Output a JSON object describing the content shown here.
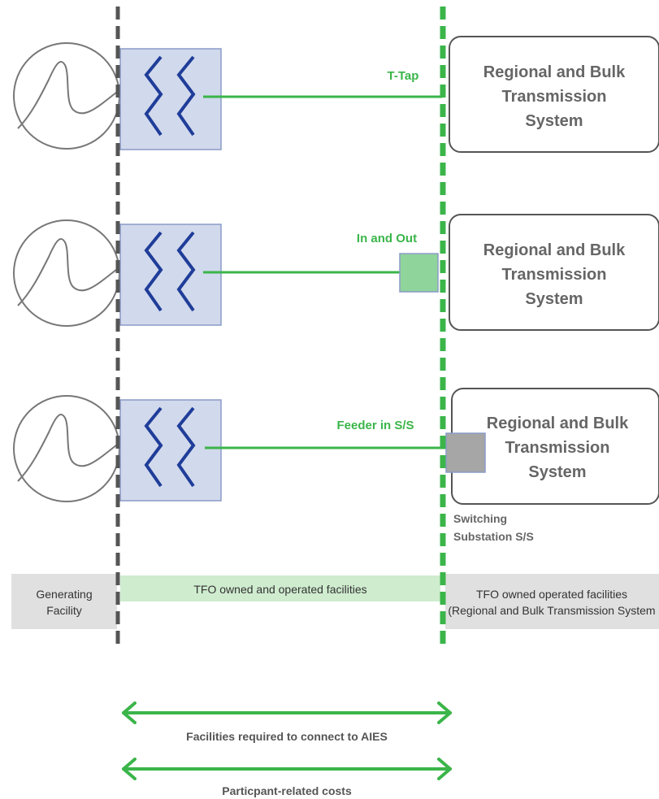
{
  "colors": {
    "green": "#3bb54a",
    "light_green": "#cfeccf",
    "transformer_fill": "#d1d9ec",
    "transformer_stroke": "#8b9bc8",
    "winding": "#1f3d99",
    "grey_band": "#e0e0e0",
    "substation_grey": "#a6a6a6",
    "box_stroke": "#555555"
  },
  "rows": [
    {
      "connection_label": "T-Tap",
      "system_label": [
        "Regional and Bulk",
        "Transmission",
        "System"
      ]
    },
    {
      "connection_label": "In and Out",
      "system_label": [
        "Regional and Bulk",
        "Transmission",
        "System"
      ]
    },
    {
      "connection_label": "Feeder in S/S",
      "system_label": [
        "Regional and Bulk",
        "Transmission",
        "System"
      ]
    }
  ],
  "substation_label": [
    "Switching",
    "Substation S/S"
  ],
  "bands": {
    "generating": [
      "Generating",
      "Facility"
    ],
    "tfo_owned": "TFO owned and operated facilities",
    "tfo_regional": [
      "TFO owned operated facilities",
      "(Regional and Bulk Transmission System"
    ]
  },
  "arrows": {
    "facilities_required": "Facilities required to connect to AIES",
    "participant_costs": "Particpant-related costs"
  },
  "icons": {
    "generator": "generator-sine-icon",
    "transformer": "transformer-winding-icon"
  }
}
